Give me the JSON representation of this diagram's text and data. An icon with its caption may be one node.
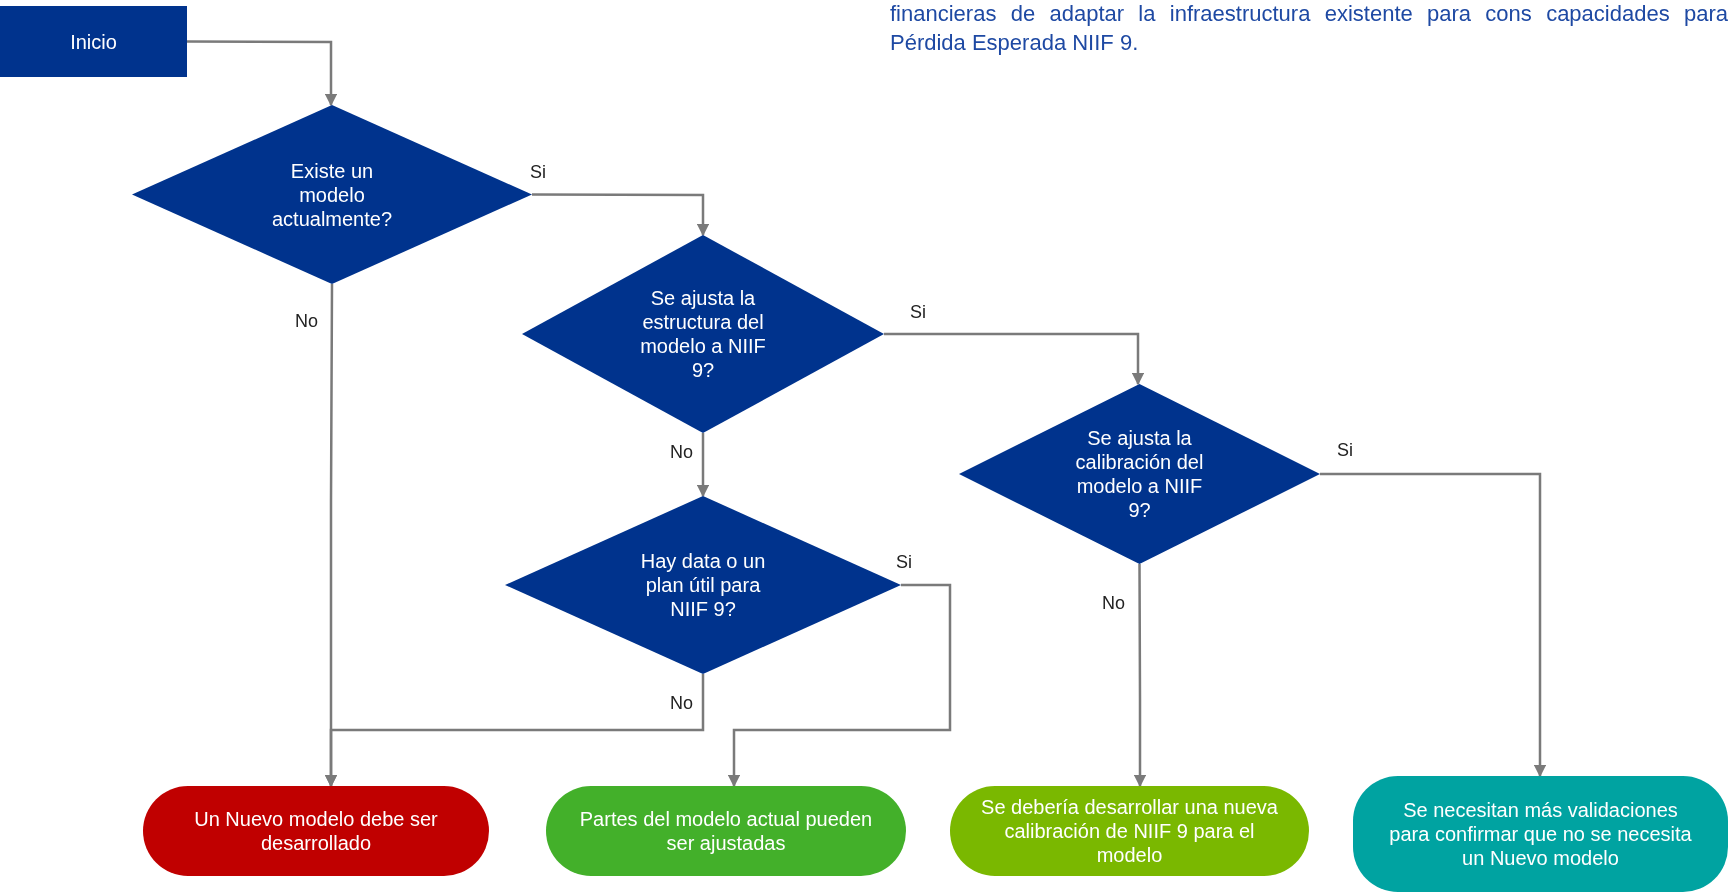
{
  "diagram": {
    "nodes": [
      {
        "text": [
          "Inicio"
        ]
      },
      {
        "text": [
          "Existe un modelo actualmente?"
        ]
      },
      {
        "text": [
          "Se ajusta la estructura del modelo a NIIF 9?"
        ]
      },
      {
        "text": [
          "Se ajusta la calibración del modelo a NIIF 9?"
        ]
      },
      {
        "text": [
          "Hay data o un plan útil para NIIF 9?"
        ]
      },
      {
        "text": [
          "Un Nuevo modelo debe ser desarrollado"
        ]
      },
      {
        "text": [
          "Partes del modelo actual pueden ser ajustadas"
        ]
      },
      {
        "text": [
          "Se debería desarrollar una nueva calibración de NIIF 9 para el modelo"
        ]
      },
      {
        "text": [
          "Se necesitan más validaciones para confirmar que no se necesita un Nuevo modelo"
        ]
      }
    ],
    "edges": [
      {
        "from": 0,
        "to": 1,
        "arrow": "to"
      },
      {
        "from": 1,
        "to": 2,
        "arrow": "to",
        "label": "Si"
      },
      {
        "from": 1,
        "to": 5,
        "arrow": "to",
        "label": "No"
      },
      {
        "from": 2,
        "to": 3,
        "arrow": "to",
        "label": "Si"
      },
      {
        "from": 2,
        "to": 4,
        "arrow": "to",
        "label": "No"
      },
      {
        "from": 4,
        "to": 5,
        "arrow": "to",
        "label": "No"
      },
      {
        "from": 4,
        "to": 6,
        "arrow": "to",
        "label": "Si"
      },
      {
        "from": 3,
        "to": 7,
        "arrow": "to",
        "label": "No"
      },
      {
        "from": 3,
        "to": 8,
        "arrow": "to",
        "label": "Si"
      }
    ],
    "labels": [
      "financieras de adaptar la infraestructura existente para cons capacidades para Pérdida Esperada NIIF 9."
    ]
  }
}
